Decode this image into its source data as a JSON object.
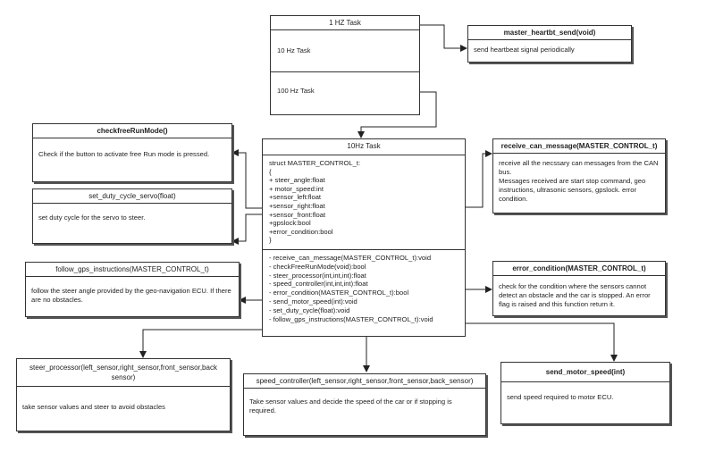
{
  "task_box": {
    "one_hz": "1 HZ Task",
    "ten_hz": "10 Hz Task",
    "hundred_hz": "100 Hz Task"
  },
  "heartbeat": {
    "title": "master_heartbt_send(void)",
    "desc": "send heartbeat signal periodically"
  },
  "main_class": {
    "title": "10Hz Task",
    "struct_lines": [
      "struct MASTER_CONTROL_t:",
      "{",
      "+ steer_angle:float",
      "+ motor_speed:int",
      "+sensor_left:float",
      "+sensor_right:float",
      "+sensor_front:float",
      "+gpslock:bool",
      "+error_condition:bool",
      "}"
    ],
    "method_lines": [
      "- receive_can_message(MASTER_CONTROL_t):void",
      "- checkFreeRunMode(void):bool",
      "- steer_processor(int,int,int):float",
      "- speed_controller(int,int,int):float",
      "- error_condition(MASTER_CONTROL_t):bool",
      "- send_motor_speed(int):void",
      "- set_duty_cycle(float):void",
      "- follow_gps_instructions(MASTER_CONTROL_t):void"
    ]
  },
  "check_free_run": {
    "title": "checkfreeRunMode()",
    "desc": "Check if the button to activate free Run mode is pressed."
  },
  "set_duty": {
    "title": "set_duty_cycle_servo(float)",
    "desc": "set duty cycle for the servo to steer."
  },
  "follow_gps": {
    "title": "follow_gps_instructions(MASTER_CONTROL_t)",
    "desc": "follow the steer angle provided by the geo-navigation ECU. If there are no obstacles."
  },
  "receive_can": {
    "title": "receive_can_message(MASTER_CONTROL_t)",
    "desc": "receive all the necssary can messages from the CAN bus.\nMessages received are start stop command, geo instructions, ultrasonic sensors, gpslock. error condition."
  },
  "error_cond": {
    "title": "error_condition(MASTER_CONTROL_t)",
    "desc": "check for the condition where the sensors cannot detect an obstacle and the car is stopped. An error flag is raised and this function return it."
  },
  "steer_proc": {
    "title": "steer_processor(left_sensor,right_sensor,front_sensor,back sensor)",
    "desc": "take sensor values and steer to avoid obstacles"
  },
  "speed_ctrl": {
    "title": "speed_controller(left_sensor,right_sensor,front_sensor,back_sensor)",
    "desc": "Take sensor values and decide the speed of the car or if stopping is required."
  },
  "send_motor": {
    "title": "send_motor_speed(int)",
    "desc": "send speed required to motor ECU."
  }
}
